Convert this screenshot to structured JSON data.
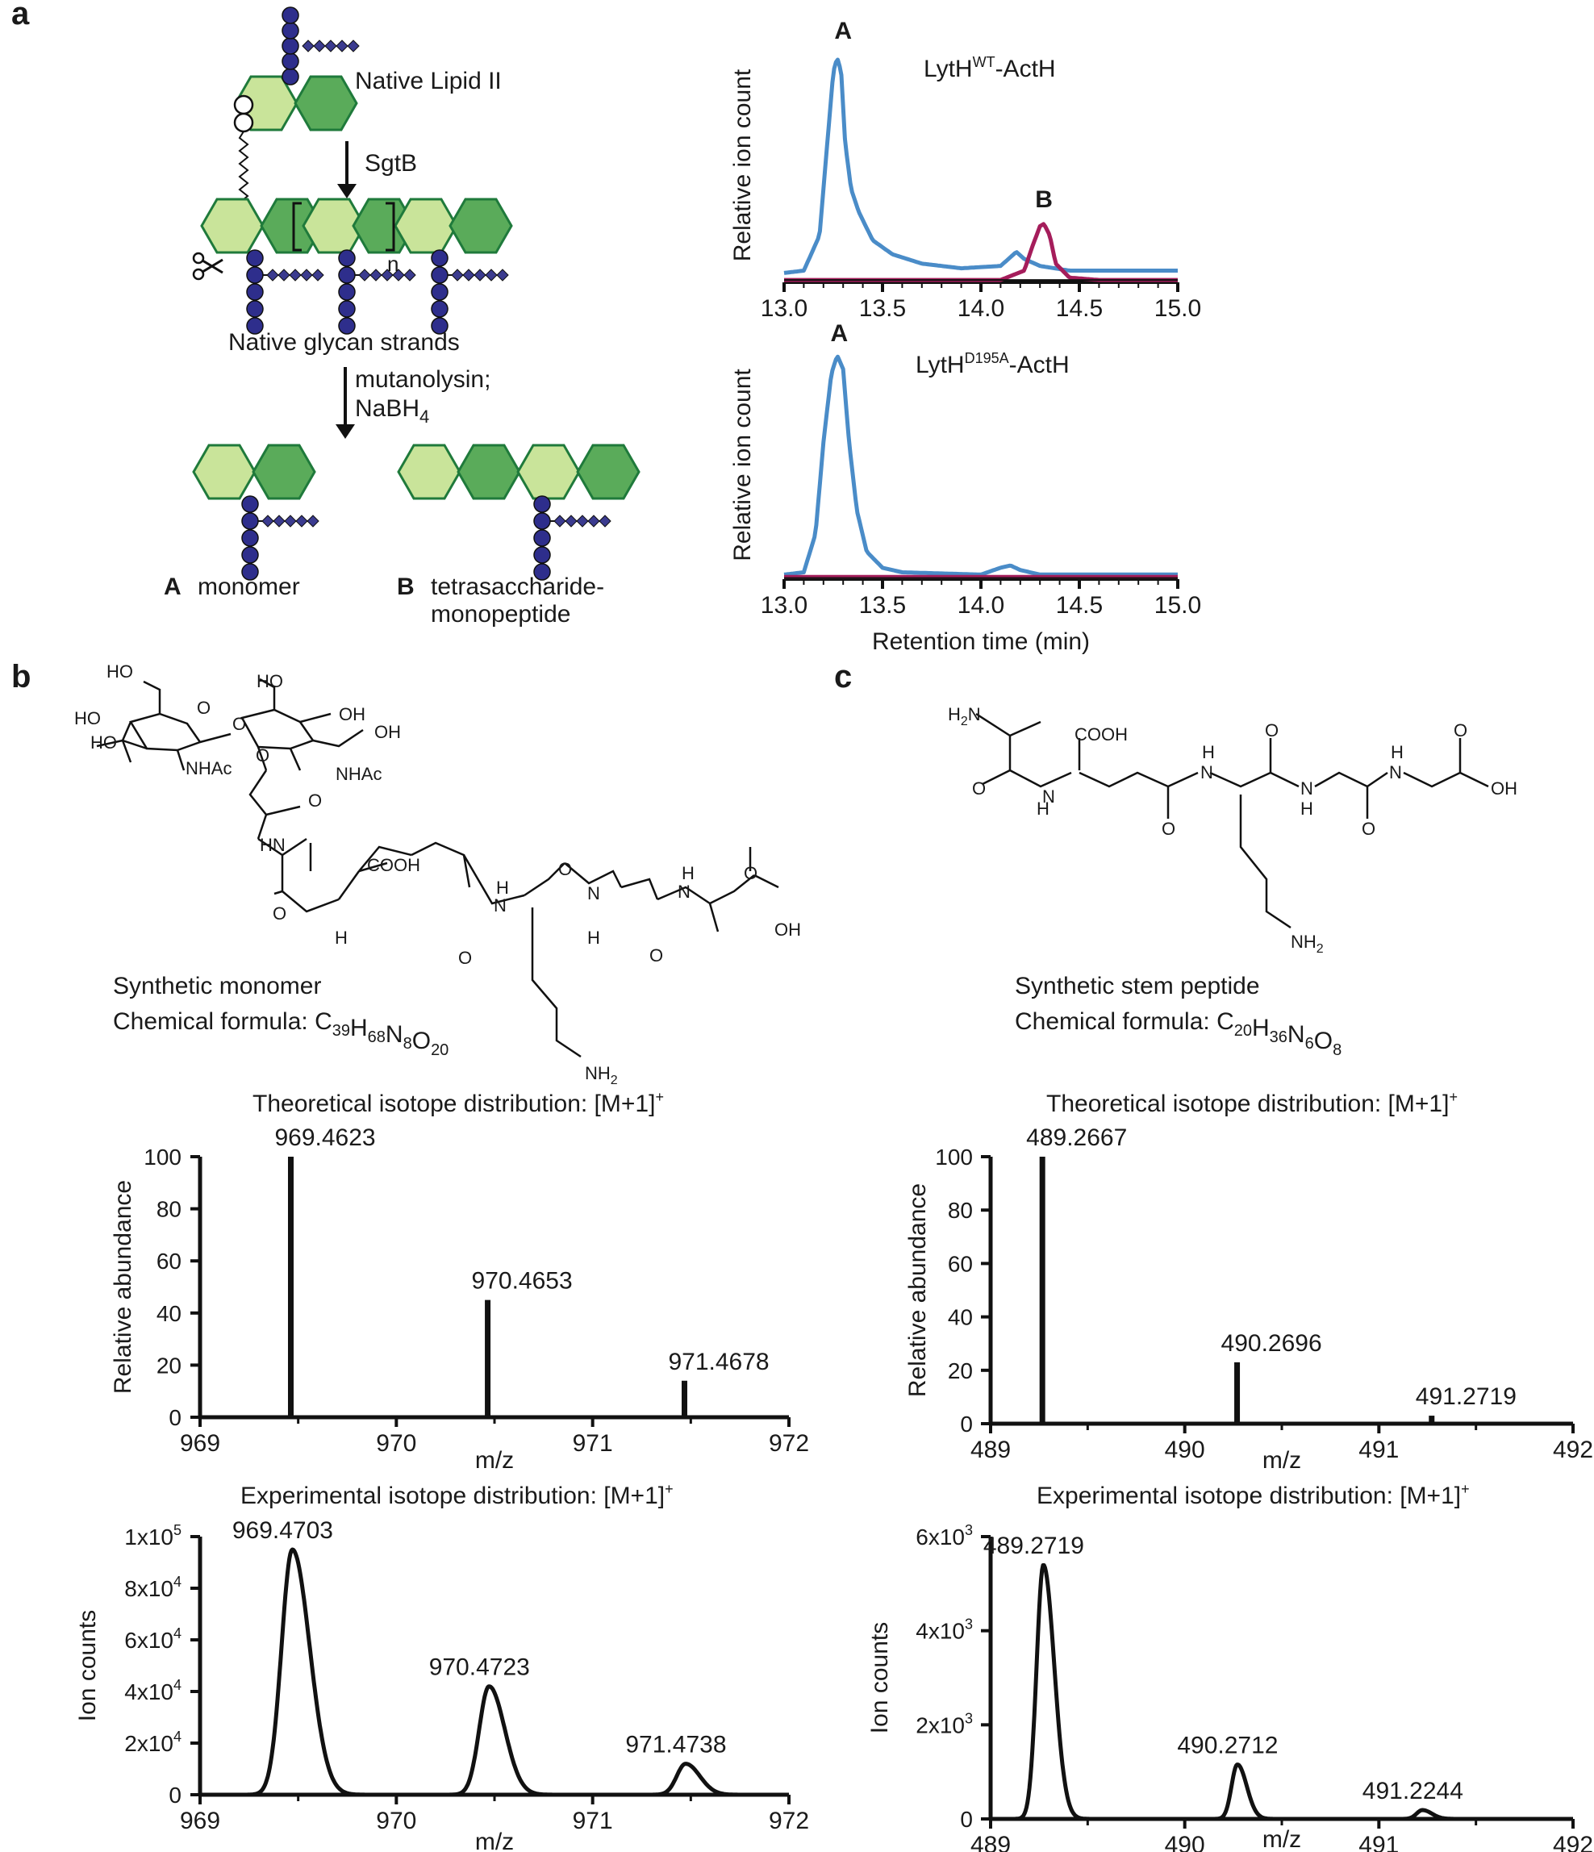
{
  "panels": {
    "a": "a",
    "b": "b",
    "c": "c"
  },
  "colors": {
    "blue": "#4a8cc8",
    "red": "#a51d5b",
    "black": "#111111",
    "glc_light": "#c9e49a",
    "glc_dark": "#5aab5a",
    "glc_stroke": "#1f7a3b",
    "bead": "#2e2e8c",
    "diamond": "#3b3b8f"
  },
  "diagram": {
    "native_lipid": "Native Lipid II",
    "enzyme1": "SgtB",
    "repeat_n": "n",
    "native_glycan": "Native glycan strands",
    "enzyme2_line1": "mutanolysin;",
    "enzyme2_line2": "NaBH",
    "enzyme2_sub": "4",
    "label_a": "A",
    "monomer": "monomer",
    "label_b": "B",
    "tetra_line1": "tetrasaccharide-",
    "tetra_line2": "monopeptide"
  },
  "structures": {
    "b_caption": "Synthetic monomer",
    "b_formula_prefix": "Chemical formula: ",
    "b_formula": [
      [
        "C",
        "39"
      ],
      [
        "H",
        "68"
      ],
      [
        "N",
        "8"
      ],
      [
        "O",
        "20"
      ]
    ],
    "c_caption": "Synthetic stem peptide",
    "c_formula_prefix": "Chemical formula: ",
    "c_formula": [
      [
        "C",
        "20"
      ],
      [
        "H",
        "36"
      ],
      [
        "N",
        "6"
      ],
      [
        "O",
        "8"
      ]
    ],
    "atoms": {
      "HO": "HO",
      "OH": "OH",
      "O": "O",
      "NHAc": "NHAc",
      "HN": "HN",
      "H": "H",
      "N": "N",
      "COOH": "COOH",
      "NH2": "NH",
      "NH2_sub": "2",
      "H2N": "H",
      "H2N_sub": "2",
      "H2N_rest": "N"
    }
  },
  "chart_data": [
    {
      "id": "lc-wt",
      "type": "line",
      "title": "LytH",
      "title_sup": "WT",
      "title_suffix": "-ActH",
      "xlabel": "",
      "ylabel": "Relative ion count",
      "xlim": [
        13.0,
        15.0
      ],
      "ylim": [
        0,
        1
      ],
      "x_ticks": [
        "13.0",
        "13.5",
        "14.0",
        "14.5",
        "15.0"
      ],
      "annotations": [
        {
          "text": "A",
          "x": 13.3,
          "color": "#4a8cc8"
        },
        {
          "text": "B",
          "x": 14.32,
          "color": "#a51d5b"
        }
      ],
      "series": [
        {
          "color": "#4a8cc8",
          "x": [
            13.0,
            13.1,
            13.18,
            13.22,
            13.25,
            13.27,
            13.29,
            13.31,
            13.34,
            13.38,
            13.45,
            13.55,
            13.7,
            13.9,
            14.1,
            14.18,
            14.22,
            14.3,
            14.45,
            14.7,
            15.0
          ],
          "y": [
            0.04,
            0.05,
            0.2,
            0.6,
            0.9,
            0.96,
            0.9,
            0.6,
            0.4,
            0.3,
            0.18,
            0.12,
            0.08,
            0.06,
            0.07,
            0.13,
            0.1,
            0.07,
            0.05,
            0.05,
            0.05
          ]
        },
        {
          "color": "#a51d5b",
          "x": [
            13.0,
            14.1,
            14.22,
            14.26,
            14.3,
            14.32,
            14.35,
            14.38,
            14.45,
            14.6,
            15.0
          ],
          "y": [
            0.01,
            0.01,
            0.05,
            0.15,
            0.24,
            0.25,
            0.2,
            0.08,
            0.02,
            0.01,
            0.01
          ]
        },
        {
          "color": "#111111",
          "x": [
            13.0,
            15.0
          ],
          "y": [
            0.01,
            0.01
          ]
        }
      ]
    },
    {
      "id": "lc-mut",
      "type": "line",
      "title": "LytH",
      "title_sup": "D195A",
      "title_suffix": "-ActH",
      "xlabel": "Retention time (min)",
      "ylabel": "Relative ion count",
      "xlim": [
        13.0,
        15.0
      ],
      "ylim": [
        0,
        1
      ],
      "x_ticks": [
        "13.0",
        "13.5",
        "14.0",
        "14.5",
        "15.0"
      ],
      "annotations": [
        {
          "text": "A",
          "x": 13.28,
          "color": "#4a8cc8"
        }
      ],
      "series": [
        {
          "color": "#4a8cc8",
          "x": [
            13.0,
            13.1,
            13.16,
            13.2,
            13.24,
            13.27,
            13.3,
            13.33,
            13.37,
            13.42,
            13.5,
            13.6,
            14.0,
            14.1,
            14.15,
            14.2,
            14.3,
            15.0
          ],
          "y": [
            0.02,
            0.03,
            0.2,
            0.6,
            0.9,
            0.98,
            0.92,
            0.6,
            0.3,
            0.12,
            0.05,
            0.03,
            0.02,
            0.05,
            0.06,
            0.04,
            0.02,
            0.02
          ]
        },
        {
          "color": "#a51d5b",
          "x": [
            13.0,
            15.0
          ],
          "y": [
            0.01,
            0.01
          ]
        },
        {
          "color": "#111111",
          "x": [
            13.0,
            15.0
          ],
          "y": [
            0.005,
            0.005
          ]
        }
      ]
    },
    {
      "id": "ms-b-theo",
      "type": "bar",
      "title": "Theoretical isotope distribution: [M+1]",
      "title_sup": "+",
      "xlabel": "m/z",
      "ylabel": "Relative abundance",
      "xlim": [
        969,
        972
      ],
      "ylim": [
        0,
        100
      ],
      "x_ticks": [
        "969",
        "970",
        "971",
        "972"
      ],
      "y_ticks": [
        "0",
        "20",
        "40",
        "60",
        "80",
        "100"
      ],
      "peaks": [
        {
          "x": 969.4623,
          "y": 100,
          "label": "969.4623"
        },
        {
          "x": 970.4653,
          "y": 45,
          "label": "970.4653"
        },
        {
          "x": 971.4678,
          "y": 14,
          "label": "971.4678"
        }
      ]
    },
    {
      "id": "ms-c-theo",
      "type": "bar",
      "title": "Theoretical isotope distribution: [M+1]",
      "title_sup": "+",
      "xlabel": "m/z",
      "ylabel": "Relative abundance",
      "xlim": [
        489,
        492
      ],
      "ylim": [
        0,
        100
      ],
      "x_ticks": [
        "489",
        "490",
        "491",
        "492"
      ],
      "y_ticks": [
        "0",
        "20",
        "40",
        "60",
        "80",
        "100"
      ],
      "peaks": [
        {
          "x": 489.2667,
          "y": 100,
          "label": "489.2667"
        },
        {
          "x": 490.2696,
          "y": 23,
          "label": "490.2696"
        },
        {
          "x": 491.2719,
          "y": 3,
          "label": "491.2719"
        }
      ]
    },
    {
      "id": "ms-b-exp",
      "type": "line",
      "title": "Experimental isotope distribution: [M+1]",
      "title_sup": "+",
      "xlabel": "m/z",
      "ylabel": "Ion counts",
      "xlim": [
        969,
        972
      ],
      "ylim": [
        0,
        100000
      ],
      "x_ticks": [
        "969",
        "970",
        "971",
        "972"
      ],
      "y_ticks": [
        [
          "0",
          ""
        ],
        [
          "2x10",
          "4"
        ],
        [
          "4x10",
          "4"
        ],
        [
          "6x10",
          "4"
        ],
        [
          "8x10",
          "4"
        ],
        [
          "1x10",
          "5"
        ]
      ],
      "peaks": [
        {
          "x": 969.4703,
          "y": 95000,
          "w": 0.055,
          "label": "969.4703"
        },
        {
          "x": 970.4723,
          "y": 42000,
          "w": 0.05,
          "label": "970.4723"
        },
        {
          "x": 971.4738,
          "y": 12000,
          "w": 0.045,
          "label": "971.4738"
        }
      ]
    },
    {
      "id": "ms-c-exp",
      "type": "line",
      "title": "Experimental isotope distribution: [M+1]",
      "title_sup": "+",
      "xlabel": "m/z",
      "ylabel": "Ion counts",
      "xlim": [
        489,
        492
      ],
      "ylim": [
        0,
        7000
      ],
      "x_ticks": [
        "489",
        "490",
        "491",
        "492"
      ],
      "y_ticks": [
        [
          "0",
          ""
        ],
        [
          "2x10",
          "3"
        ],
        [
          "4x10",
          "3"
        ],
        [
          "6x10",
          "3"
        ]
      ],
      "peaks": [
        {
          "x": 489.2719,
          "y": 6300,
          "w": 0.035,
          "label": "489.2719"
        },
        {
          "x": 490.2712,
          "y": 1350,
          "w": 0.03,
          "label": "490.2712"
        },
        {
          "x": 491.2244,
          "y": 220,
          "w": 0.03,
          "label": "491.2244"
        }
      ]
    }
  ]
}
